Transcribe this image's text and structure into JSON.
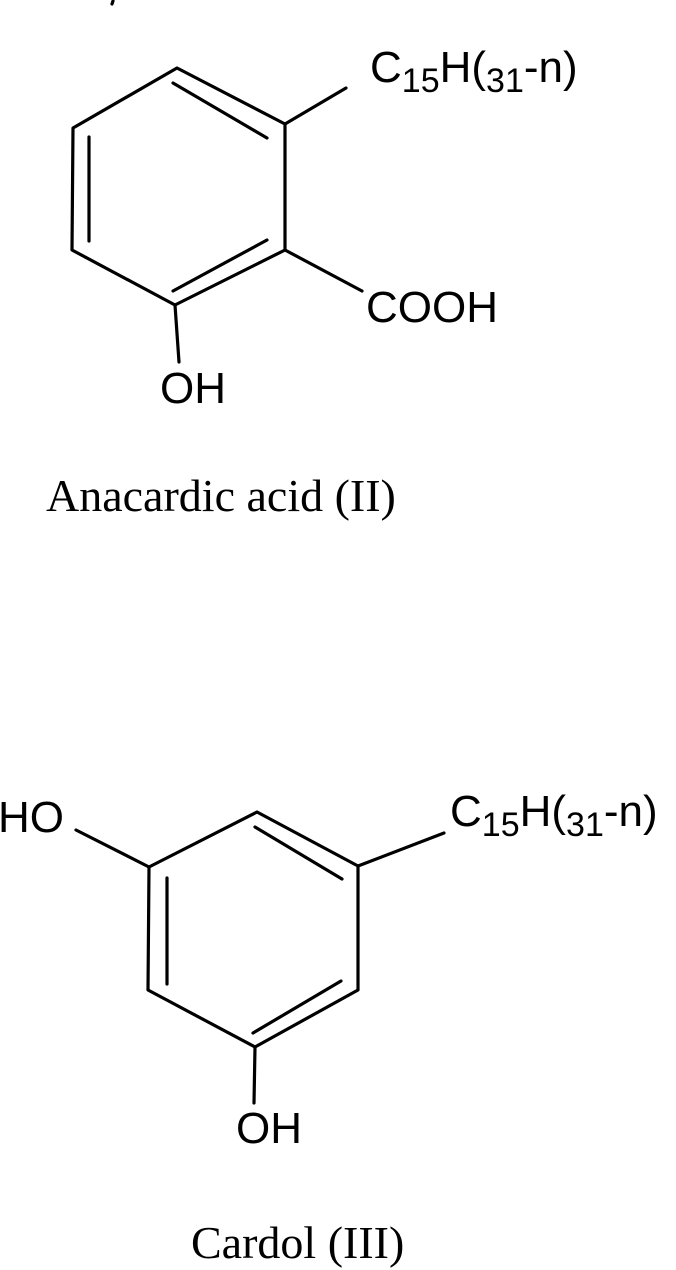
{
  "figure": {
    "structures": [
      {
        "id": "anacardic-acid",
        "caption": "Anacardic acid (II)",
        "substituents": {
          "alkyl_chain": {
            "main1": "C",
            "sub1": "15",
            "main2": "H(",
            "sub2": "31",
            "main3": "-n)"
          },
          "carboxyl": "COOH",
          "hydroxyl": "OH"
        }
      },
      {
        "id": "cardol",
        "caption": "Cardol (III)",
        "substituents": {
          "alkyl_chain": {
            "main1": "C",
            "sub1": "15",
            "main2": "H(",
            "sub2": "31",
            "main3": "-n)"
          },
          "hydroxyl_left": "HO",
          "hydroxyl_bottom": "OH"
        }
      }
    ],
    "colors": {
      "ink": "#000000",
      "background": "#ffffff"
    }
  }
}
